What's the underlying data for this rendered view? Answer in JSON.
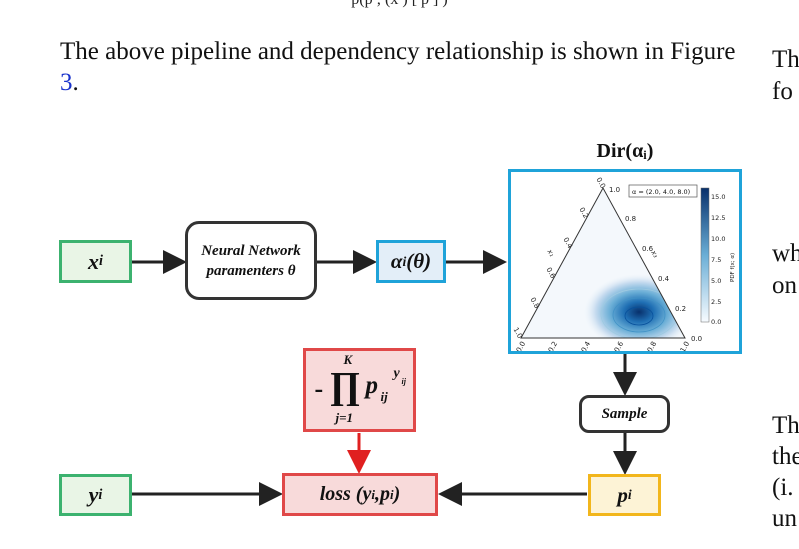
{
  "header_fragment": "p(p ; (x ) [ p ] )",
  "paragraph": {
    "text_before": "The above pipeline and dependency relationship is shown in Figure ",
    "figure_ref": "3",
    "text_after": "."
  },
  "right_column_fragments": [
    "Th",
    "fo",
    "wh",
    "on",
    "Th",
    "the",
    "(i.",
    "un"
  ],
  "figure": {
    "title": "Dir(αᵢ)",
    "x_input": "x",
    "x_sub": "i",
    "network_line1": "Neural Network",
    "network_line2": "paramenters θ",
    "alpha": "α",
    "alpha_sub": "i",
    "alpha_theta": "(θ)",
    "sample": "Sample",
    "y_input": "y",
    "y_sub": "i",
    "loss_prefix": "loss ( ",
    "loss_y": "y",
    "loss_sep": " , ",
    "loss_p": "p",
    "loss_suffix": " )",
    "p_output": "p",
    "p_sub": "i",
    "product_upper": "K",
    "product_lower": "j=1",
    "product_term": "p",
    "product_sub": "ij",
    "product_sup": "y",
    "product_sup_sub": "ij",
    "colors": {
      "green": "#3cb26f",
      "blue": "#1fa3d9",
      "red": "#e04848",
      "orange": "#f2b61c",
      "dark": "#333333"
    }
  },
  "simplex_plot": {
    "legend": "α = (2.0, 4.0, 8.0)",
    "colorbar_label": "PDF f(x; α)",
    "colorbar_ticks": [
      "15.0",
      "12.5",
      "10.0",
      "7.5",
      "5.0",
      "2.5",
      "0.0"
    ],
    "bottom_ticks": [
      "0.0",
      "0.2",
      "0.4",
      "0.6",
      "0.8",
      "1.0"
    ],
    "left_ticks": [
      "0.0",
      "0.2",
      "0.4",
      "0.6",
      "0.8",
      "1.0"
    ],
    "right_ticks": [
      "1.0",
      "0.8",
      "0.6",
      "0.4",
      "0.2",
      "0.0"
    ],
    "left_axis": "x₁",
    "right_axis": "x₃"
  }
}
